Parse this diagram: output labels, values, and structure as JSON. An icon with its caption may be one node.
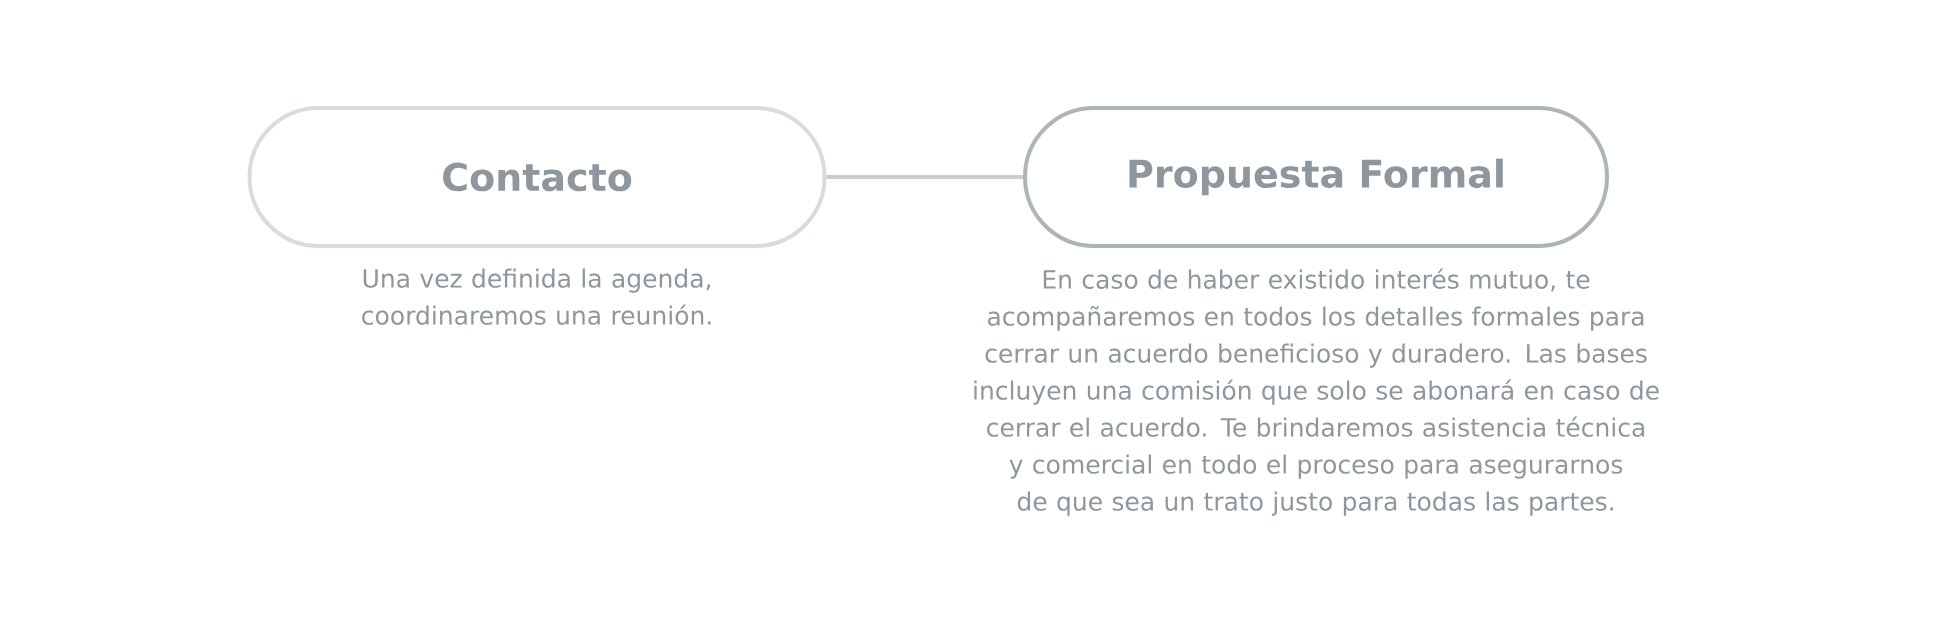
{
  "diagram": {
    "nodes": [
      {
        "text": [
          "Contacto"
        ],
        "beside": [
          "Una vez definida la agenda, coordinaremos una reunión."
        ]
      },
      {
        "text": [
          "Propuesta Formal"
        ],
        "beside": [
          "En caso de haber existido interés mutuo, te acompañaremos en todos los detalles formales para cerrar un acuerdo beneficioso y duradero. Las bases incluyen una comisión que solo se abonará en caso de cerrar el acuerdo. Te brindaremos asistencia técnica y comercial en todo el proceso para asegurarnos de que sea un trato justo para todas las partes."
        ]
      }
    ],
    "edges": [
      {
        "from": 0,
        "to": 1,
        "arrow": "none"
      }
    ]
  }
}
